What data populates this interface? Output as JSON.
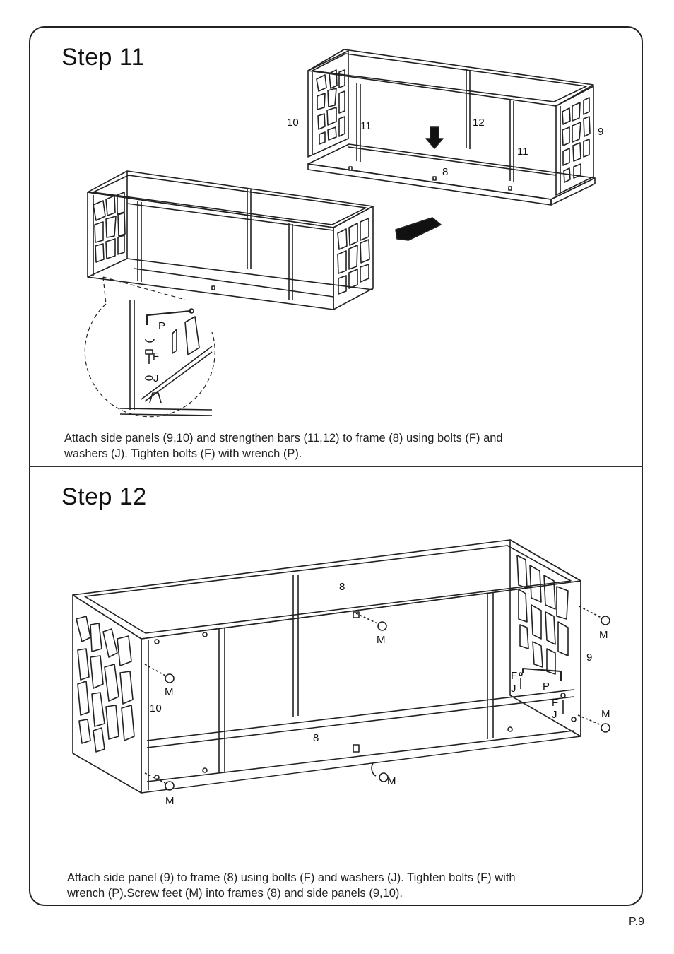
{
  "step11": {
    "title": "Step  11",
    "caption_line1": "Attach side panels (9,10) and strengthen bars (11,12) to frame (8) using bolts (F) and",
    "caption_line2": "washers (J). Tighten bolts (F) with wrench (P).",
    "labels": {
      "panel10": "10",
      "bar11a": "11",
      "bar12": "12",
      "panel9": "9",
      "bar11b": "11",
      "frame8": "8",
      "wrench": "P",
      "bolt": "F",
      "washer": "J"
    }
  },
  "step12": {
    "title": "Step  12",
    "caption_line1": "Attach side panel (9) to frame (8) using bolts (F) and washers (J). Tighten bolts (F) with",
    "caption_line2": "wrench (P).Screw feet (M) into frames (8) and side panels (9,10).",
    "labels": {
      "frame8_top": "8",
      "frame8_front": "8",
      "panel9": "9",
      "panel10": "10",
      "foot_m1": "M",
      "foot_m2": "M",
      "foot_m3": "M",
      "foot_m4": "M",
      "foot_m5": "M",
      "foot_m6": "M",
      "bolt_f1": "F",
      "washer_j1": "J",
      "wrench": "P",
      "bolt_f2": "F",
      "washer_j2": "J"
    }
  },
  "footer": {
    "page": "P.9"
  }
}
